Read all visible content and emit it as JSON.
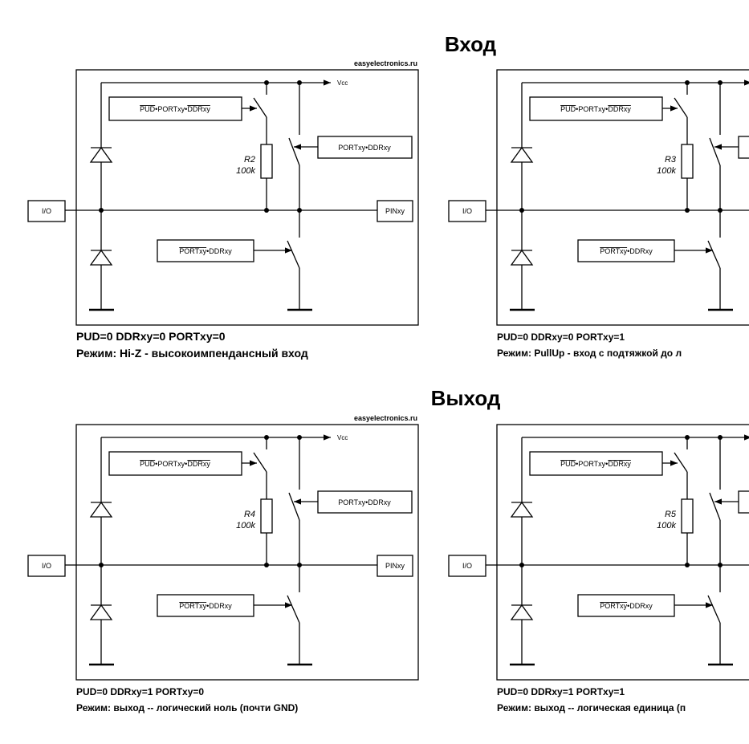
{
  "sections": [
    {
      "title": "Вход"
    },
    {
      "title": "Выход"
    }
  ],
  "watermark": "easyelectronics.ru",
  "labels": {
    "io": "I/O",
    "pin": "PINxy",
    "vcc": "Vcc",
    "pud_prefix": "PUD",
    "portxy": "PORTxy",
    "ddrxy": "DDRxy",
    "dot": "•"
  },
  "panels": [
    {
      "resistor": "R2",
      "value": "100k",
      "status": "PUD=0      DDRxy=0    PORTxy=0",
      "mode": "Режим: Hi-Z - высокоимпендансный вход"
    },
    {
      "resistor": "R3",
      "value": "100k",
      "status": "PUD=0     DDRxy=0    PORTxy=1",
      "mode": "Режим: PullUp  - вход с подтяжкой до л"
    },
    {
      "resistor": "R4",
      "value": "100k",
      "status": "PUD=0      DDRxy=1    PORTxy=0",
      "mode": "Режим: выход -- логический ноль (почти GND)"
    },
    {
      "resistor": "R5",
      "value": "100k",
      "status": "PUD=0     DDRxy=1     PORTxy=1",
      "mode": "Режим: выход -- логическая единица (п"
    }
  ]
}
